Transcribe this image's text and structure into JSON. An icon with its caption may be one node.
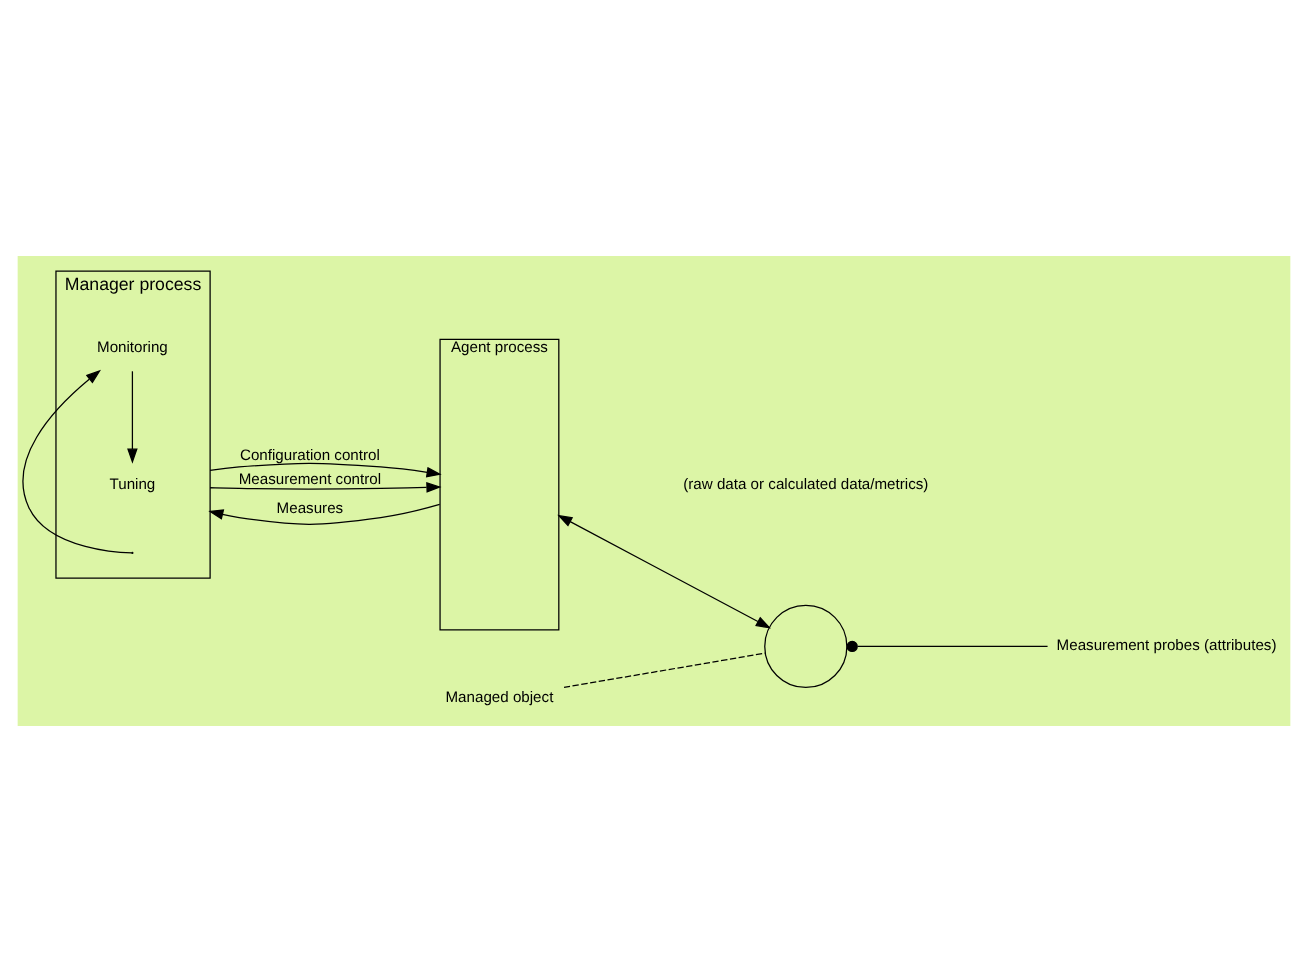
{
  "diagram": {
    "nodes": [
      {
        "text": [
          "Manager process"
        ]
      },
      {
        "text": [
          "Tuning"
        ],
        "in": 0
      },
      {
        "text": [
          "Monitoring"
        ],
        "in": 0
      },
      {
        "text": [
          "Agent process"
        ]
      },
      {
        "text": [
          "Managed object"
        ]
      },
      {
        "text": [],
        "shape": "circle"
      },
      {
        "text": [
          "Measurement probes (attributes)"
        ]
      }
    ],
    "edges": [
      {
        "from": 2,
        "to": 1,
        "arrow": "to"
      },
      {
        "from": 0,
        "to": 3,
        "arrow": "to",
        "label": "Configuration control"
      },
      {
        "from": 0,
        "to": 3,
        "arrow": "to",
        "label": "Measurement control"
      },
      {
        "from": 3,
        "to": 0,
        "arrow": "to",
        "label": "Measures"
      },
      {
        "from": null,
        "to": 2,
        "arrow": "to"
      },
      {
        "from": 3,
        "to": 5,
        "arrow": "both"
      },
      {
        "from": 4,
        "to": 5,
        "arrow": "none",
        "style": "dashed"
      },
      {
        "from": 6,
        "to": 5,
        "arrow": "other"
      }
    ],
    "labels": [
      "(raw data or calculated data/metrics)"
    ]
  }
}
